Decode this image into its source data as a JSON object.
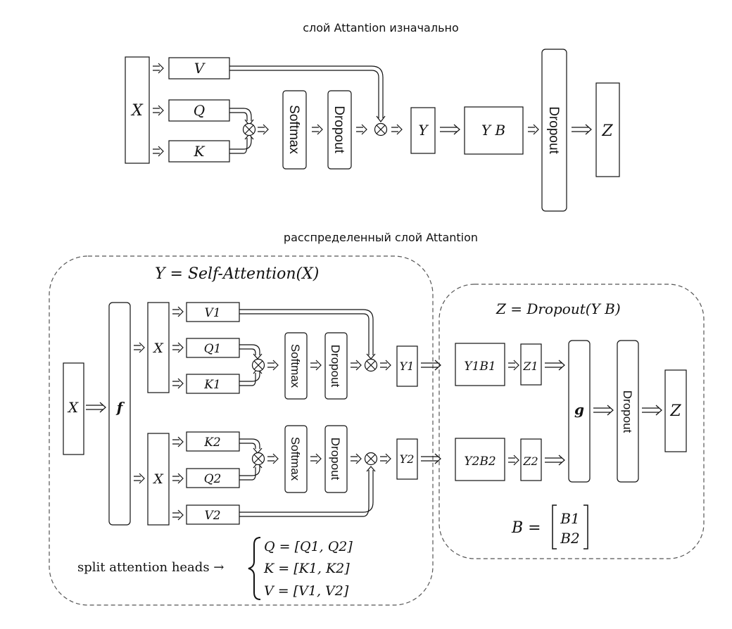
{
  "captions": {
    "top": "слой Attantion изначально",
    "bottom": "расспределенный слой Attantion"
  },
  "top": {
    "X": "X",
    "V": "V",
    "Q": "Q",
    "K": "K",
    "softmax": "Softmax",
    "dropout1": "Dropout",
    "Y": "Y",
    "YB": "Y B",
    "dropout2": "Dropout",
    "Z": "Z"
  },
  "bottom": {
    "self_attention_title": "Y = Self-Attention(X)",
    "dropout_title": "Z = Dropout(Y B)",
    "X_in": "X",
    "f": "f",
    "g": "g",
    "head1": {
      "X": "X",
      "V": "V1",
      "Q": "Q1",
      "K": "K1",
      "softmax": "Softmax",
      "dropout": "Dropout",
      "Y": "Y1",
      "YB": "Y1B1",
      "Z": "Z1"
    },
    "head2": {
      "X": "X",
      "K": "K2",
      "Q": "Q2",
      "V": "V2",
      "softmax": "Softmax",
      "dropout": "Dropout",
      "Y": "Y2",
      "YB": "Y2B2",
      "Z": "Z2"
    },
    "dropout_final": "Dropout",
    "Z_out": "Z",
    "split_label": "split attention heads →",
    "split_q": "Q = [Q1, Q2]",
    "split_k": "K = [K1, K2]",
    "split_v": "V = [V1, V2]",
    "B_eq": "B =",
    "B1": "B1",
    "B2": "B2"
  }
}
